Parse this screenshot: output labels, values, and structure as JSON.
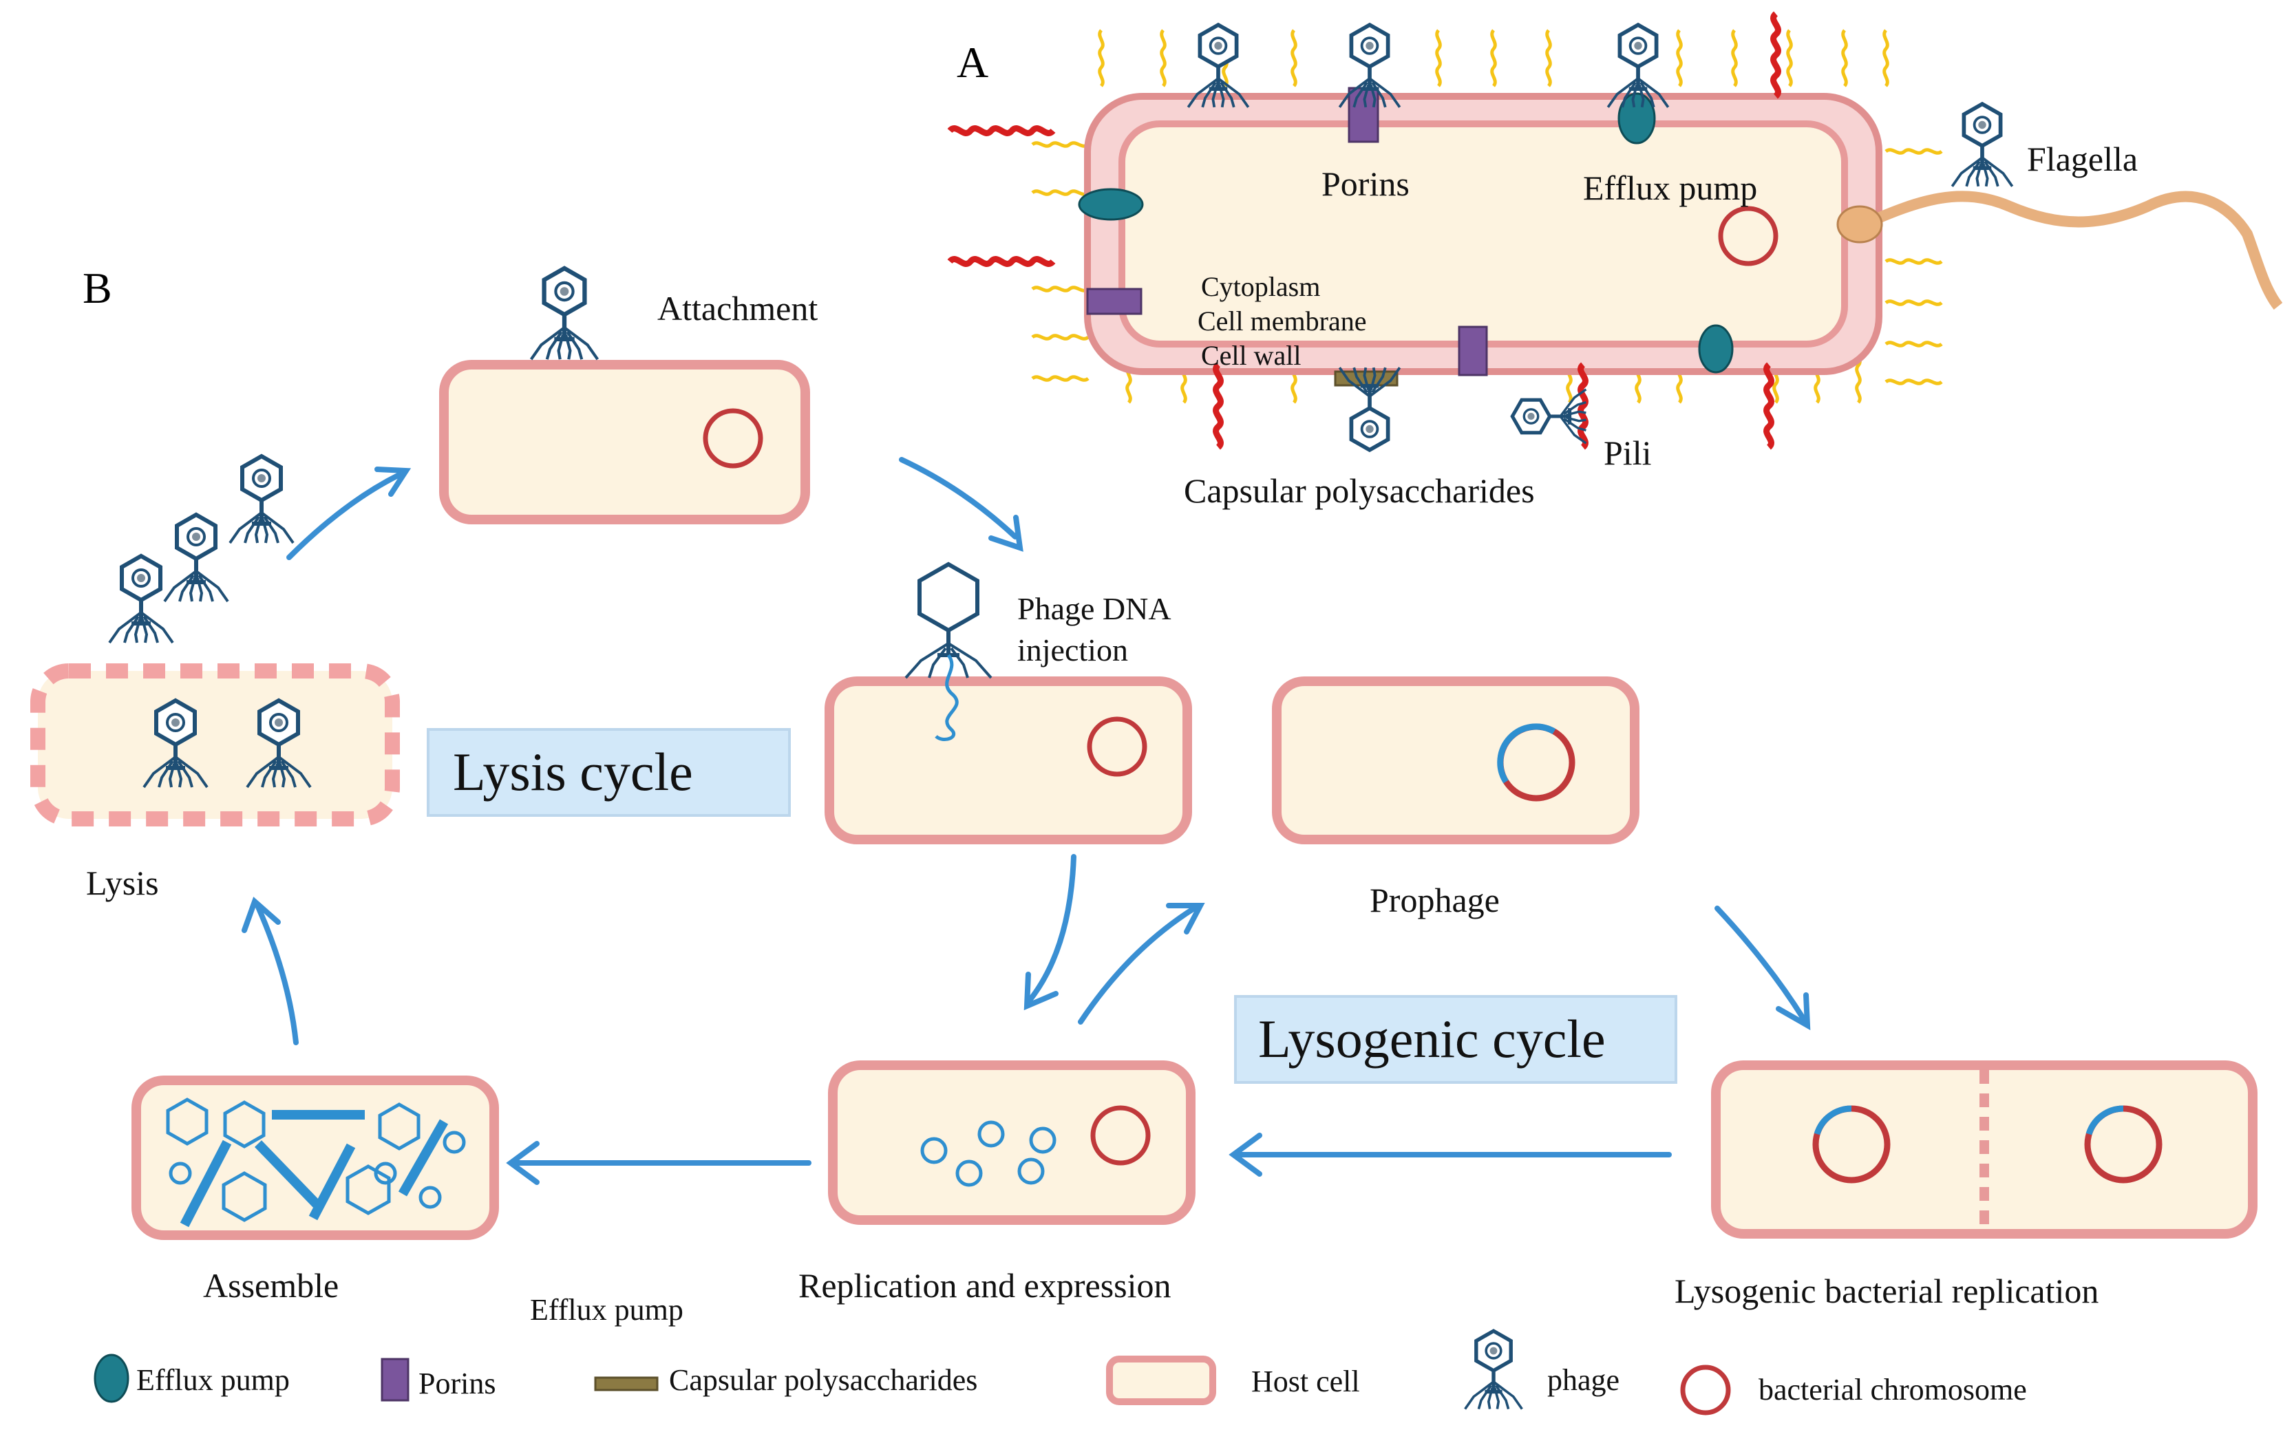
{
  "panels": {
    "a": "A",
    "b": "B"
  },
  "panel_a_labels": {
    "porins": "Porins",
    "efflux_pump": "Efflux pump",
    "flagella": "Flagella",
    "cytoplasm": "Cytoplasm",
    "cell_membrane": "Cell membrane",
    "cell_wall": "Cell wall",
    "pili": "Pili",
    "capsular_polysaccharides": "Capsular polysaccharides"
  },
  "panel_b_labels": {
    "attachment": "Attachment",
    "phage_dna_injection_line1": "Phage DNA",
    "phage_dna_injection_line2": "injection",
    "lysis": "Lysis",
    "prophage": "Prophage",
    "assemble": "Assemble",
    "replication_expression": "Replication and expression",
    "lysogenic_replication": "Lysogenic bacterial replication",
    "stray_efflux_pump": "Efflux pump"
  },
  "cycles": {
    "lysis": "Lysis cycle",
    "lysogenic": "Lysogenic cycle"
  },
  "legend": {
    "efflux_pump": "Efflux pump",
    "porins": "Porins",
    "capsular_polysaccharides": "Capsular polysaccharides",
    "host_cell": "Host cell",
    "phage": "phage",
    "bacterial_chromosome": "bacterial chromosome"
  },
  "colors": {
    "cell_fill": "#fdf3e0",
    "cell_border": "#e79a9a",
    "chromosome": "#c0393b",
    "phage_dna": "#2e8fd0",
    "arrow": "#3a8fd3",
    "phage": "#1f4f75",
    "efflux": "#1e7d8c",
    "porin": "#7a559c",
    "capsule": "#8b7a43",
    "pili": "#d61e1e",
    "fimbriae": "#f5c417",
    "flagella": "#e7b07e"
  }
}
